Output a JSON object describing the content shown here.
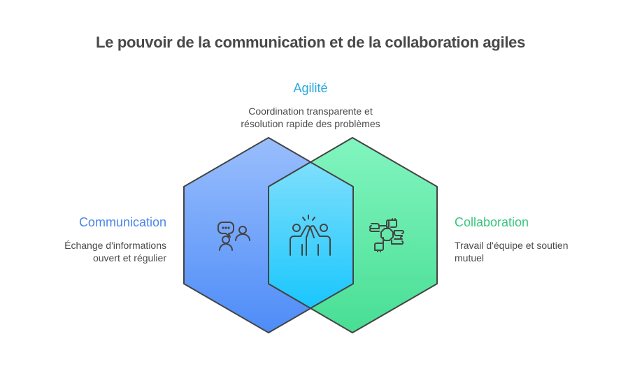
{
  "title": "Le pouvoir de la communication et de la collaboration agiles",
  "sections": {
    "agility": {
      "label": "Agilité",
      "description_line1": "Coordination transparente et",
      "description_line2": "résolution rapide des problèmes",
      "color": "#29A7DE",
      "icon": "high-five-icon"
    },
    "communication": {
      "label": "Communication",
      "description_line1": "Échange d'informations",
      "description_line2": "ouvert et régulier",
      "color": "#4A86E8",
      "icon": "people-chat-icon"
    },
    "collaboration": {
      "label": "Collaboration",
      "description_line1": "Travail d'équipe et soutien",
      "description_line2": "mutuel",
      "color": "#3CC47E",
      "icon": "joined-hands-icon"
    }
  },
  "colors": {
    "communication_gradient": [
      "#9ABEFC",
      "#4D8CF8"
    ],
    "collaboration_gradient": [
      "#82F5C0",
      "#48DE94"
    ],
    "agility_gradient": [
      "#7EDFFC",
      "#1AC6FD"
    ],
    "stroke": "#444444"
  }
}
